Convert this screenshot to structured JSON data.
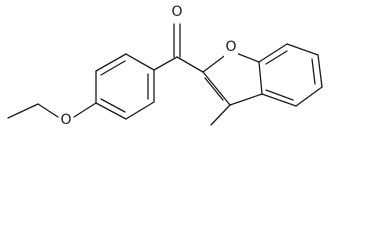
{
  "atom_labels": {
    "carbonyl_oxygen": "O",
    "furan_oxygen": "O",
    "ether_oxygen": "O"
  }
}
